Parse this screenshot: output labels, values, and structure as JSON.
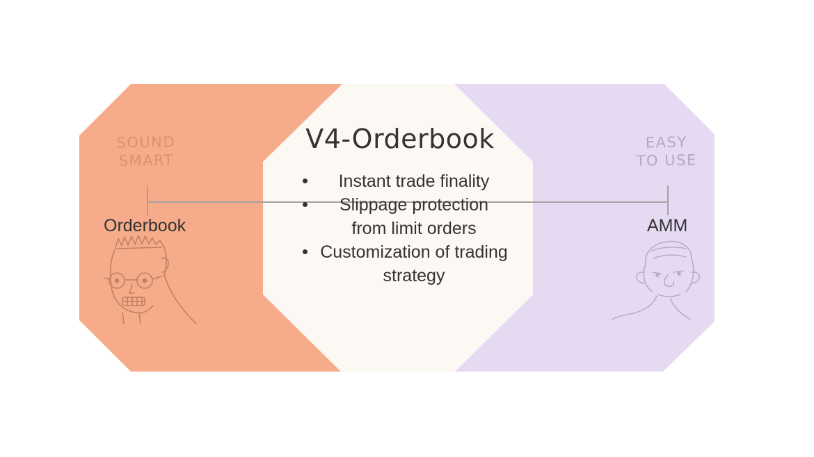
{
  "colors": {
    "left_region": "#f6ac8a",
    "center_region": "#fcf8f3",
    "right_region": "#e6daf3",
    "axis_line": "#a8a0a0",
    "text": "#333333"
  },
  "left": {
    "tag_line1": "SOUND",
    "tag_line2": "SMART",
    "pole_label": "Orderbook",
    "illustration": "nerd-face-sketch-icon"
  },
  "center": {
    "title": "V4-Orderbook",
    "bullets": [
      "Instant trade finality",
      "Slippage protection from limit orders",
      "Customization of trading strategy"
    ]
  },
  "right": {
    "tag_line1": "EASY",
    "tag_line2": "TO USE",
    "pole_label": "AMM",
    "illustration": "simple-face-sketch-icon"
  }
}
